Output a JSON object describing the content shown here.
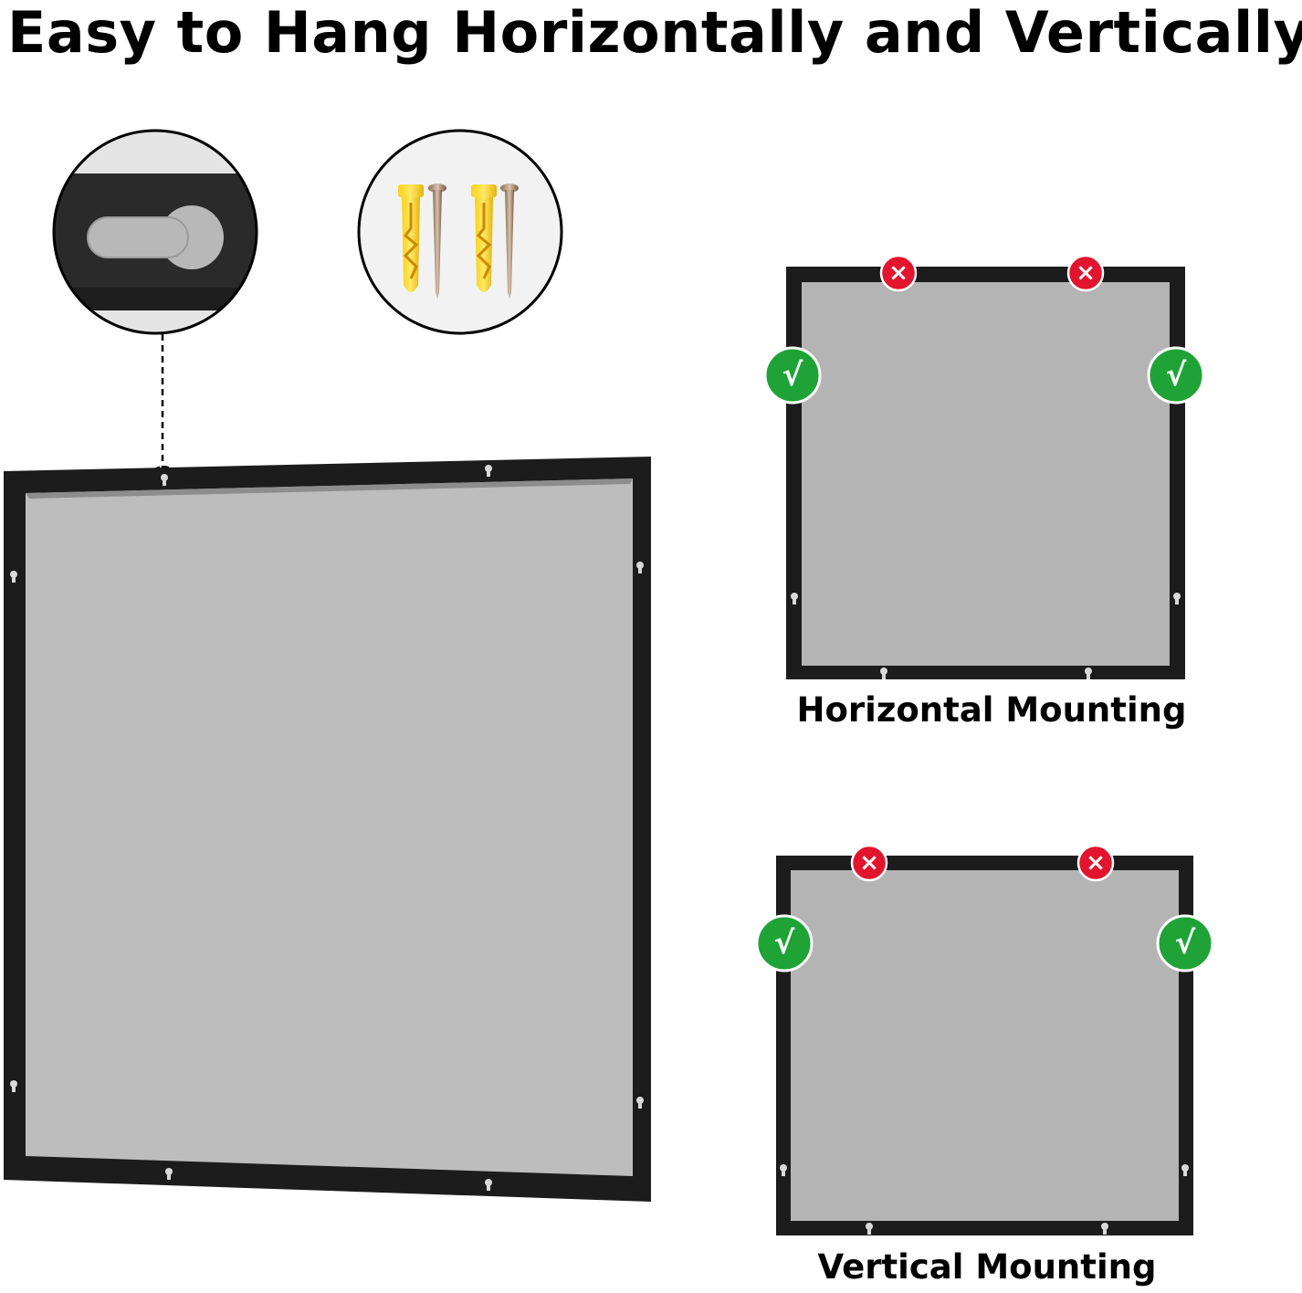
{
  "title": "Easy to Hang Horizontally and Vertically",
  "panels": {
    "horizontal": {
      "label": "Horizontal Mounting"
    },
    "vertical": {
      "label": "Vertical Mounting"
    }
  },
  "marks": {
    "correct_symbol": "√",
    "wrong_symbol": "×",
    "correct_color": "#1fa336",
    "wrong_color": "#e3142d"
  },
  "icons": {
    "keyhole_zoom": "keyhole-hanger-icon",
    "hardware_zoom": "anchor-and-screw-icon"
  }
}
